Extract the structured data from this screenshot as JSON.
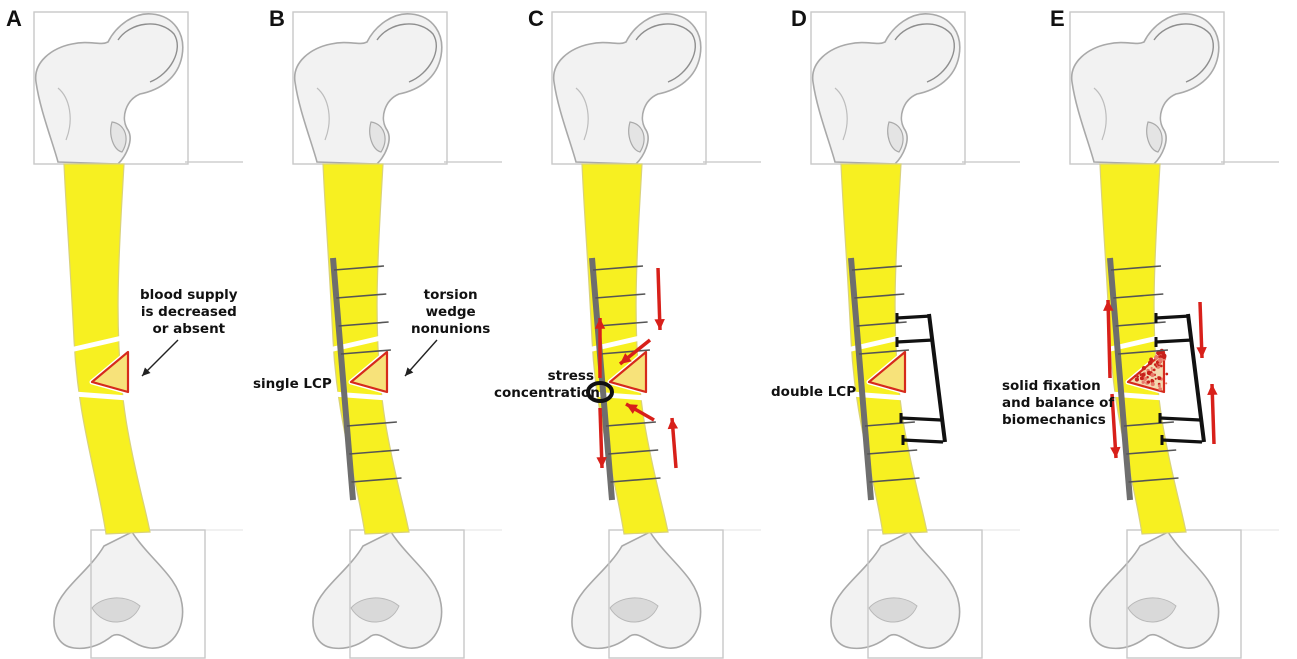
{
  "panels": [
    {
      "letter": "A",
      "labels": [
        "blood supply",
        "is decreased",
        "or absent"
      ]
    },
    {
      "letter": "B",
      "labels": [
        "torsion",
        "wedge",
        "nonunions"
      ],
      "implant_label": "single LCP"
    },
    {
      "letter": "C",
      "labels": [
        "stress",
        "concentration"
      ]
    },
    {
      "letter": "D",
      "implant_label": "double LCP"
    },
    {
      "letter": "E",
      "labels": [
        "solid fixation",
        "and balance of",
        "biomechanics"
      ]
    }
  ],
  "colors": {
    "shaft": "#f7f021",
    "bone_outline": "#a9a9a9",
    "bone_fill": "#f2f2f2",
    "wedge_outline": "#d62a1c",
    "arrow_red": "#d8201a",
    "plate_gray": "#6e6e6e",
    "plate_black": "#111111"
  }
}
